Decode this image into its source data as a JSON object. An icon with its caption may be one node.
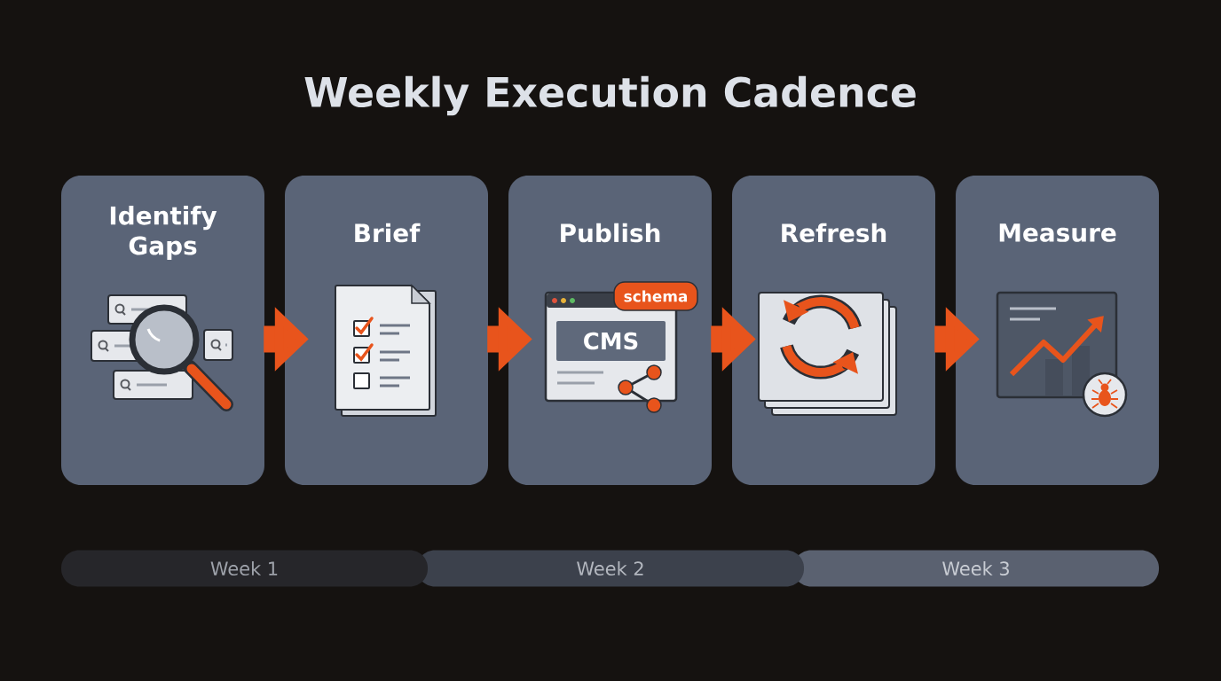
{
  "diagram": {
    "title": "Weekly Execution Cadence",
    "nodes": [
      {
        "text": [
          "Identify Gaps"
        ]
      },
      {
        "text": [
          "Brief"
        ]
      },
      {
        "text": [
          "Publish"
        ]
      },
      {
        "text": [
          "schema"
        ],
        "in": 2
      },
      {
        "text": [
          "CMS"
        ],
        "in": 2
      },
      {
        "text": [
          "Refresh"
        ]
      },
      {
        "text": [
          "Measure"
        ]
      },
      {
        "text": [
          "Week 1"
        ]
      },
      {
        "text": [
          "Week 2"
        ]
      },
      {
        "text": [
          "Week 3"
        ]
      }
    ],
    "edges": [
      {
        "from": 0,
        "to": 1,
        "arrow": "to"
      },
      {
        "from": 1,
        "to": 2,
        "arrow": "to"
      },
      {
        "from": 2,
        "to": 5,
        "arrow": "to"
      },
      {
        "from": 5,
        "to": 6,
        "arrow": "to"
      }
    ]
  }
}
